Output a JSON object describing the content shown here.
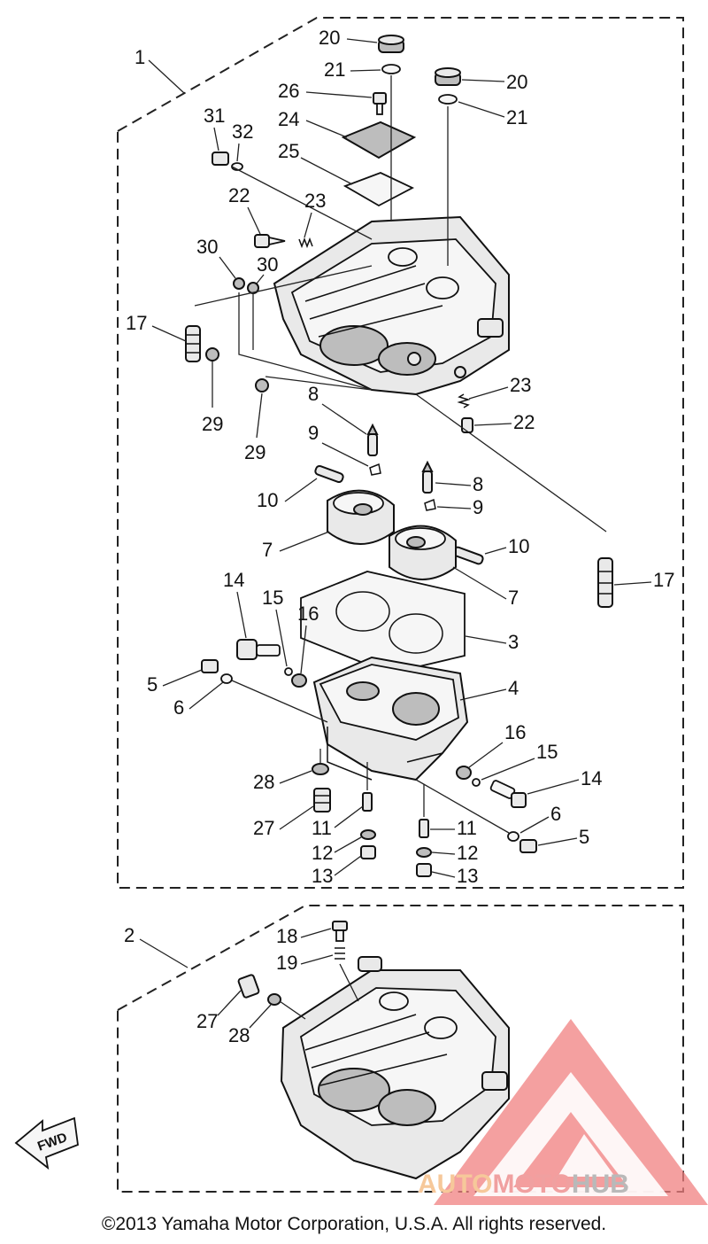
{
  "copyright": "©2013 Yamaha Motor Corporation, U.S.A. All rights reserved.",
  "fwd_label": "FWD",
  "watermark": {
    "part1": "AUTO",
    "part2": "MOTO",
    "part3": "HUB"
  },
  "callouts": {
    "c1": "1",
    "c2": "2",
    "c3": "3",
    "c4": "4",
    "c5a": "5",
    "c5b": "5",
    "c6a": "6",
    "c6b": "6",
    "c7a": "7",
    "c7b": "7",
    "c8a": "8",
    "c8b": "8",
    "c9a": "9",
    "c9b": "9",
    "c10a": "10",
    "c10b": "10",
    "c11a": "11",
    "c11b": "11",
    "c12a": "12",
    "c12b": "12",
    "c13a": "13",
    "c13b": "13",
    "c14a": "14",
    "c14b": "14",
    "c15a": "15",
    "c15b": "15",
    "c16a": "16",
    "c16b": "16",
    "c17a": "17",
    "c17b": "17",
    "c18": "18",
    "c19": "19",
    "c20a": "20",
    "c20b": "20",
    "c21a": "21",
    "c21b": "21",
    "c22a": "22",
    "c22b": "22",
    "c23a": "23",
    "c23b": "23",
    "c24": "24",
    "c25": "25",
    "c26": "26",
    "c27a": "27",
    "c27b": "27",
    "c28a": "28",
    "c28b": "28",
    "c29a": "29",
    "c29b": "29",
    "c30a": "30",
    "c30b": "30",
    "c31": "31",
    "c32": "32"
  },
  "colors": {
    "line": "#111111",
    "watermark_red": "#f08080",
    "watermark_orange": "#f6c89a"
  }
}
